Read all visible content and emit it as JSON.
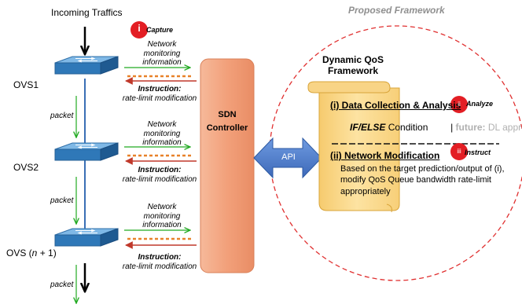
{
  "incoming": "Incoming Traffics",
  "capture": {
    "numeral": "i",
    "label": "Capture"
  },
  "switches": [
    {
      "name": "OVS1"
    },
    {
      "name": "OVS2"
    },
    {
      "name": "OVS (n + 1)"
    }
  ],
  "packet_label": "packet",
  "monitoring": {
    "line1": "Network",
    "line2": "monitoring",
    "line3": "information"
  },
  "instruction": {
    "label": "Instruction:",
    "text": "rate-limit modification"
  },
  "controller": {
    "line1": "SDN",
    "line2": "Controller"
  },
  "api": "API",
  "framework": {
    "title": "Proposed Framework",
    "scroll_title_line1": "Dynamic QoS",
    "scroll_title_line2": "Framework",
    "section1": {
      "heading": "(i) Data Collection & Analysis",
      "badge": "ii",
      "badge_label": "Analyze",
      "condition_bold": "IF/ELSE",
      "condition_text": "Condition",
      "separator": "|",
      "future_bold": "future:",
      "future_text": "DL approach"
    },
    "section2": {
      "heading": "(ii) Network Modification",
      "badge": "iii",
      "badge_label": "Instruct",
      "line1": "Based on the target prediction/output of (i),",
      "line2": "modify QoS Queue bandwidth rate-limit",
      "line3": "appropriately"
    }
  },
  "colors": {
    "switch_top": "#5aa0d8",
    "switch_side": "#2f78b8",
    "link_blue": "#3a6fb5",
    "green_arrow": "#22aa22",
    "orange_dash": "#e8822a",
    "red_arrow": "#c0392b",
    "controller_fill": "#f2a07a",
    "api_arrow": "#4a78c8",
    "circle_dash": "#e03030",
    "scroll_fill": "#fbd98a",
    "badge_red": "#e31e24",
    "future_gray": "#b0b0b0"
  }
}
